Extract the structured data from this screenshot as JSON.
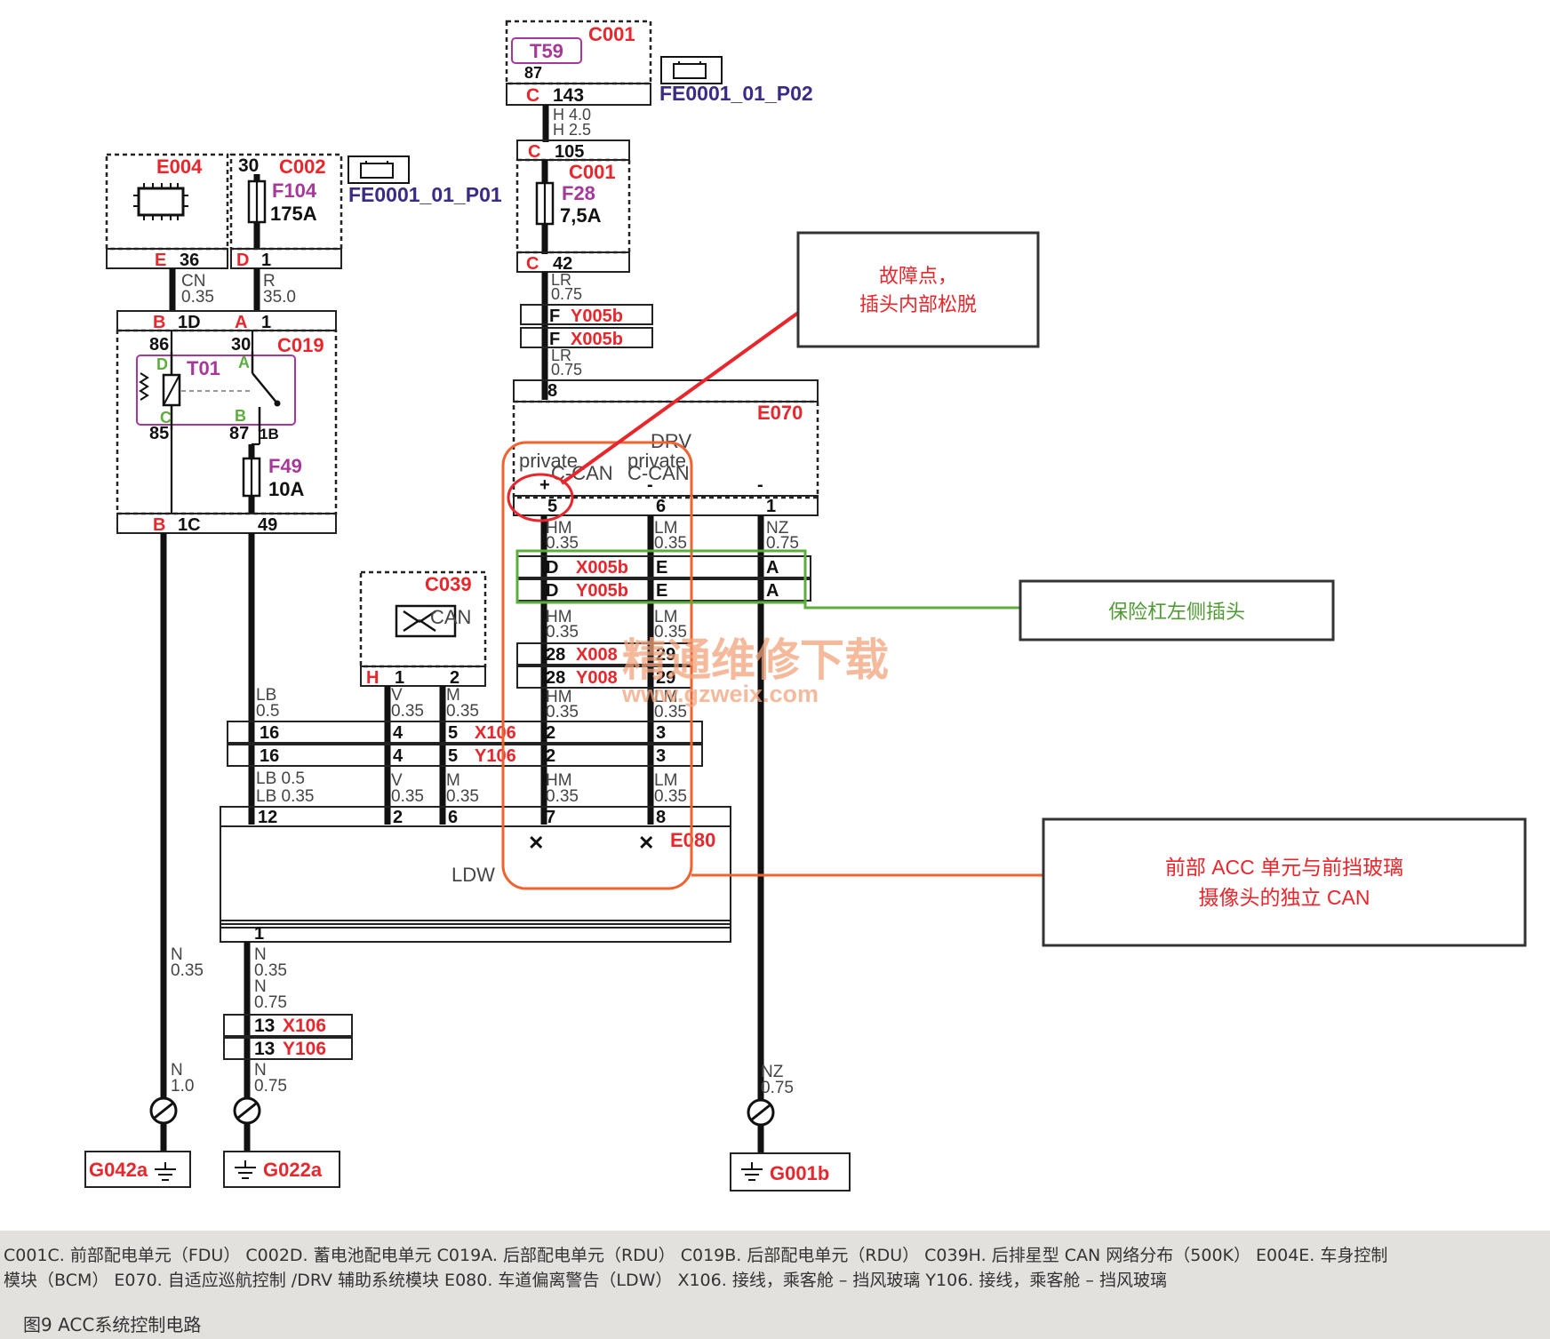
{
  "modules": {
    "c001_top": {
      "name": "C001",
      "inner": "T59",
      "pin": "87"
    },
    "fe_p02": "FE0001_01_P02",
    "fe_p01": "FE0001_01_P01",
    "c001_mid": {
      "name": "C001",
      "fuse": "F28",
      "rating": "7,5A"
    },
    "e004": {
      "name": "E004"
    },
    "c002": {
      "name": "C002",
      "pin30": "30",
      "fuse": "F104",
      "rating": "175A"
    },
    "c019": {
      "name": "C019",
      "relay": "T01",
      "p86": "86",
      "p30": "30",
      "p85": "85",
      "p87": "87",
      "pD": "D",
      "pA": "A",
      "pC": "C",
      "pB": "B",
      "fuse": "F49",
      "rating": "10A"
    },
    "e070": {
      "name": "E070",
      "drv": "DRV",
      "private1": "private",
      "can1": "C-CAN",
      "private2": "private",
      "can2": "C-CAN",
      "plus": "+",
      "minus1": "-",
      "minus2": "-"
    },
    "c039": {
      "name": "C039",
      "label": "CAN"
    },
    "e080": {
      "name": "E080",
      "label": "LDW"
    }
  },
  "connectors": {
    "c143": {
      "letter": "C",
      "num": "143"
    },
    "c105": {
      "letter": "C",
      "num": "105"
    },
    "c42": {
      "letter": "C",
      "num": "42"
    },
    "e36": {
      "letter": "E",
      "num": "36"
    },
    "d1": {
      "letter": "D",
      "num": "1"
    },
    "b1d": {
      "letter": "B",
      "num": "1D"
    },
    "a1": {
      "letter": "A",
      "num": "1"
    },
    "b1c": {
      "letter": "B",
      "num": "1C"
    },
    "n49": "49",
    "n1b": "1B",
    "fy": {
      "letter": "F",
      "name": "Y005b"
    },
    "fx": {
      "letter": "F",
      "name": "X005b"
    },
    "n8": "8",
    "n5": "5",
    "n6": "6",
    "n1": "1",
    "dx": {
      "d": "D",
      "name": "X005b",
      "e": "E",
      "a": "A"
    },
    "dy": {
      "d": "D",
      "name": "Y005b",
      "e": "E",
      "a": "A"
    },
    "x008": {
      "left": "28",
      "name": "X008",
      "right": "29"
    },
    "y008": {
      "left": "28",
      "name": "Y008",
      "right": "29"
    },
    "h1": {
      "letter": "H",
      "p1": "1",
      "p2": "2"
    },
    "x106": {
      "p16": "16",
      "p4": "4",
      "p5": "5",
      "name": "X106",
      "p2": "2",
      "p3": "3"
    },
    "y106": {
      "p16": "16",
      "p4": "4",
      "p5": "5",
      "name": "Y106",
      "p2": "2",
      "p3": "3"
    },
    "e080pins": {
      "p12": "12",
      "p2": "2",
      "p6": "6",
      "p7": "7",
      "p8": "8",
      "p1": "1"
    },
    "x106b": {
      "num": "13",
      "name": "X106"
    },
    "y106b": {
      "num": "13",
      "name": "Y106"
    }
  },
  "wires": {
    "h40": "H 4.0",
    "h25": "H 2.5",
    "lr1a": "LR",
    "lr1b": "0.75",
    "lr2a": "LR",
    "lr2b": "0.75",
    "cna": "CN",
    "cnb": "0.35",
    "ra": "R",
    "rb": "35.0",
    "hm1a": "HM",
    "hm1b": "0.35",
    "lm1a": "LM",
    "lm1b": "0.35",
    "nz1a": "NZ",
    "nz1b": "0.75",
    "hm2a": "HM",
    "hm2b": "0.35",
    "lm2a": "LM",
    "lm2b": "0.35",
    "hm3a": "HM",
    "hm3b": "0.35",
    "lm3a": "LM",
    "lm3b": "0.35",
    "hm4a": "HM",
    "hm4b": "0.35",
    "lm4a": "LM",
    "lm4b": "0.35",
    "lba": "LB",
    "lbb": "0.5",
    "va": "V",
    "vb": "0.35",
    "ma": "M",
    "mb": "0.35",
    "lb05": "LB 0.5",
    "lb035": "LB 0.35",
    "v2a": "V",
    "v2b": "0.35",
    "m2a": "M",
    "m2b": "0.35",
    "n1a": "N",
    "n1b": "0.35",
    "n2a": "N",
    "n2b": "0.35",
    "n3a": "N",
    "n3b": "0.75",
    "n4a": "N",
    "n4b": "1.0",
    "n5a": "N",
    "n5b": "0.75",
    "nz2a": "NZ",
    "nz2b": "0.75"
  },
  "grounds": {
    "g042": "G042a",
    "g022": "G022a",
    "g001": "G001b"
  },
  "annotations": {
    "fault1": "故障点，",
    "fault2": "插头内部松脱",
    "bumper": "保险杠左侧插头",
    "acc1": "前部 ACC 单元与前挡玻璃",
    "acc2": "摄像头的独立 CAN"
  },
  "watermark": {
    "cn": "精通维修下载",
    "url": "www.gzweix.com"
  },
  "legend": {
    "line1": "C001C. 前部配电单元（FDU）   C002D. 蓄电池配电单元    C019A. 后部配电单元（RDU）   C019B. 后部配电单元（RDU）   C039H. 后排星型 CAN 网络分布（500K）   E004E. 车身控制",
    "line2": "模块（BCM）   E070. 自适应巡航控制 /DRV 辅助系统模块    E080. 车道偏离警告（LDW）   X106. 接线，乘客舱 – 挡风玻璃    Y106. 接线，乘客舱 – 挡风玻璃",
    "caption": "图9    ACC系统控制电路"
  },
  "colors": {
    "module_red": "#e8262b",
    "fuse_purple": "#a8379a",
    "fe_navy": "#3b2a86",
    "highlight_orange": "#f0622e",
    "highlight_green": "#5cae3c",
    "fault_red": "#e8262b"
  }
}
